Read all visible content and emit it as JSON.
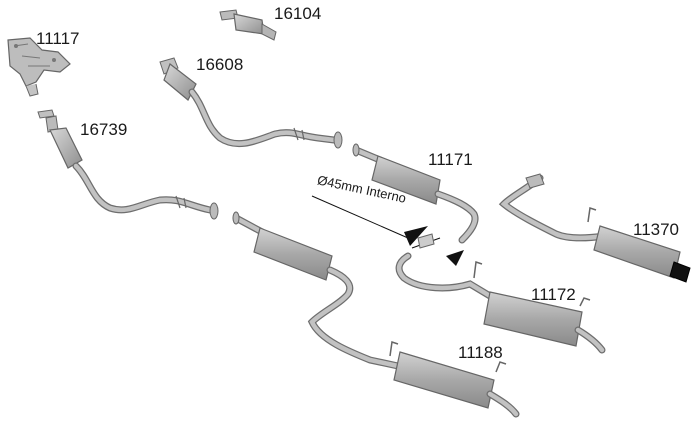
{
  "parts": [
    {
      "code": "11117"
    },
    {
      "code": "16104"
    },
    {
      "code": "16608"
    },
    {
      "code": "16739"
    },
    {
      "code": "11171"
    },
    {
      "code": "11370"
    },
    {
      "code": "11172"
    },
    {
      "code": "11188"
    }
  ],
  "dimension_label": "Ø45mm Interno",
  "colors": {
    "pipe_fill": "#b3b3b3",
    "pipe_stroke": "#6e6e6e",
    "muffler_fill": "#a9a9a9",
    "muffler_light": "#cfcfcf",
    "arrow": "#111111",
    "text": "#1a1a1a"
  }
}
